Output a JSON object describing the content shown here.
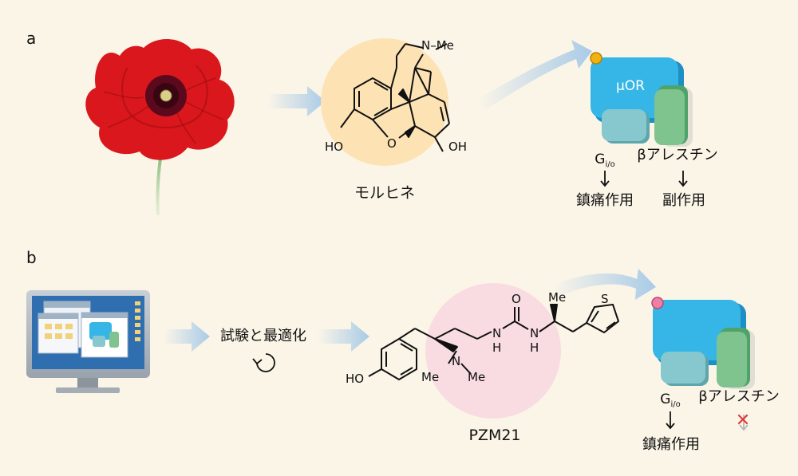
{
  "panels": {
    "a": {
      "label": "a",
      "molecule_name": "モルヒネ",
      "receptor_label": "μOR",
      "gi_main": "G",
      "gi_sub": "i/o",
      "arrestin": "βアレスチン",
      "gi_outcome": "鎮痛作用",
      "arrestin_outcome": "副作用",
      "atoms": {
        "nme": "N–Me",
        "ho": "HO",
        "o": "O",
        "oh": "OH"
      }
    },
    "b": {
      "label": "b",
      "process": "試験と最適化",
      "molecule_name": "PZM21",
      "gi_main": "G",
      "gi_sub": "i/o",
      "arrestin": "βアレスチン",
      "gi_outcome": "鎮痛作用",
      "blocked_mark": "✕",
      "atoms": {
        "ho": "HO",
        "o": "O",
        "me_top": "Me",
        "s": "S",
        "n": "N",
        "h": "H",
        "me_left": "Me",
        "me_right": "Me"
      }
    }
  },
  "colors": {
    "background": "#fbf5e8",
    "receptor": "#35b6e6",
    "receptor_dark": "#1d8fc4",
    "g_protein": "#86c8cd",
    "arrestin": "#7fc38e",
    "agonist_a": "#f0b20f",
    "agonist_b": "#ee7fa4",
    "morphine_halo": "#fde3b4",
    "pzm21_halo": "#f8dce1",
    "arrow": "#a9cbe7",
    "poppy": "#d9171c",
    "cross": "#e03a3a"
  }
}
